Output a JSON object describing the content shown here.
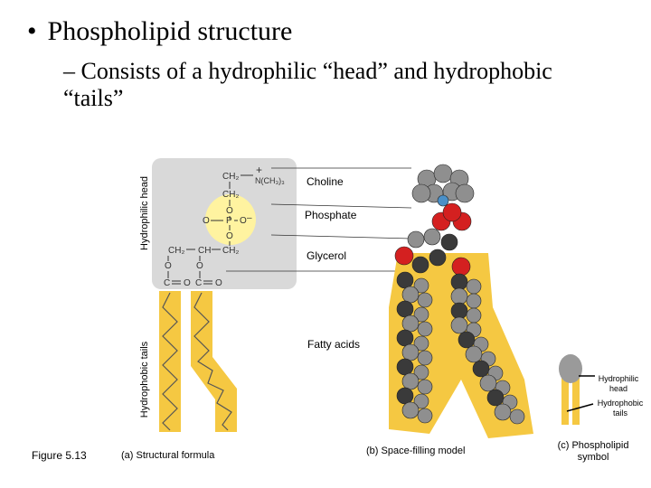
{
  "slide": {
    "bullet": "•",
    "title": "Phospholipid structure",
    "subtitle": "– Consists of a hydrophilic “head” and hydrophobic “tails”"
  },
  "figure": {
    "figure_number": "Figure 5.13",
    "side_labels": {
      "head": "Hydrophilic head",
      "tails": "Hydrophobic tails"
    },
    "group_labels": {
      "choline": "Choline",
      "phosphate": "Phosphate",
      "glycerol": "Glycerol",
      "fatty_acids": "Fatty acids"
    },
    "formula": {
      "ch2_1": "CH₂",
      "n_group": "N(CH₃)₃",
      "plus": "+",
      "ch2_2": "CH₂",
      "o_top": "O",
      "o_left": "O",
      "p": "P",
      "o_right": "O",
      "minus": "–",
      "o_bottom": "O",
      "glycerol_ch2_left": "CH₂",
      "glycerol_ch": "CH",
      "glycerol_ch2_right": "CH₂",
      "ester_o_left": "O",
      "ester_o_mid": "O",
      "c_left": "C",
      "o_dbl_left": "O",
      "c_right": "C",
      "o_dbl_right": "O"
    },
    "captions": {
      "a": "(a) Structural formula",
      "b": "(b) Space-filling model",
      "c_line1": "(c) Phospholipid",
      "c_line2": "symbol"
    },
    "symbol_labels": {
      "head_1": "Hydrophilic",
      "head_2": "head",
      "tails_1": "Hydrophobic",
      "tails_2": "tails"
    },
    "colors": {
      "head_panel": "#d9d9d9",
      "tail_yellow": "#f5c842",
      "phosphate_yellow": "#fff3a0",
      "atom_gray": "#8f8f8f",
      "atom_dark": "#3a3a3a",
      "oxygen_red": "#d42020",
      "nitrogen_blue": "#4a90c8"
    }
  }
}
